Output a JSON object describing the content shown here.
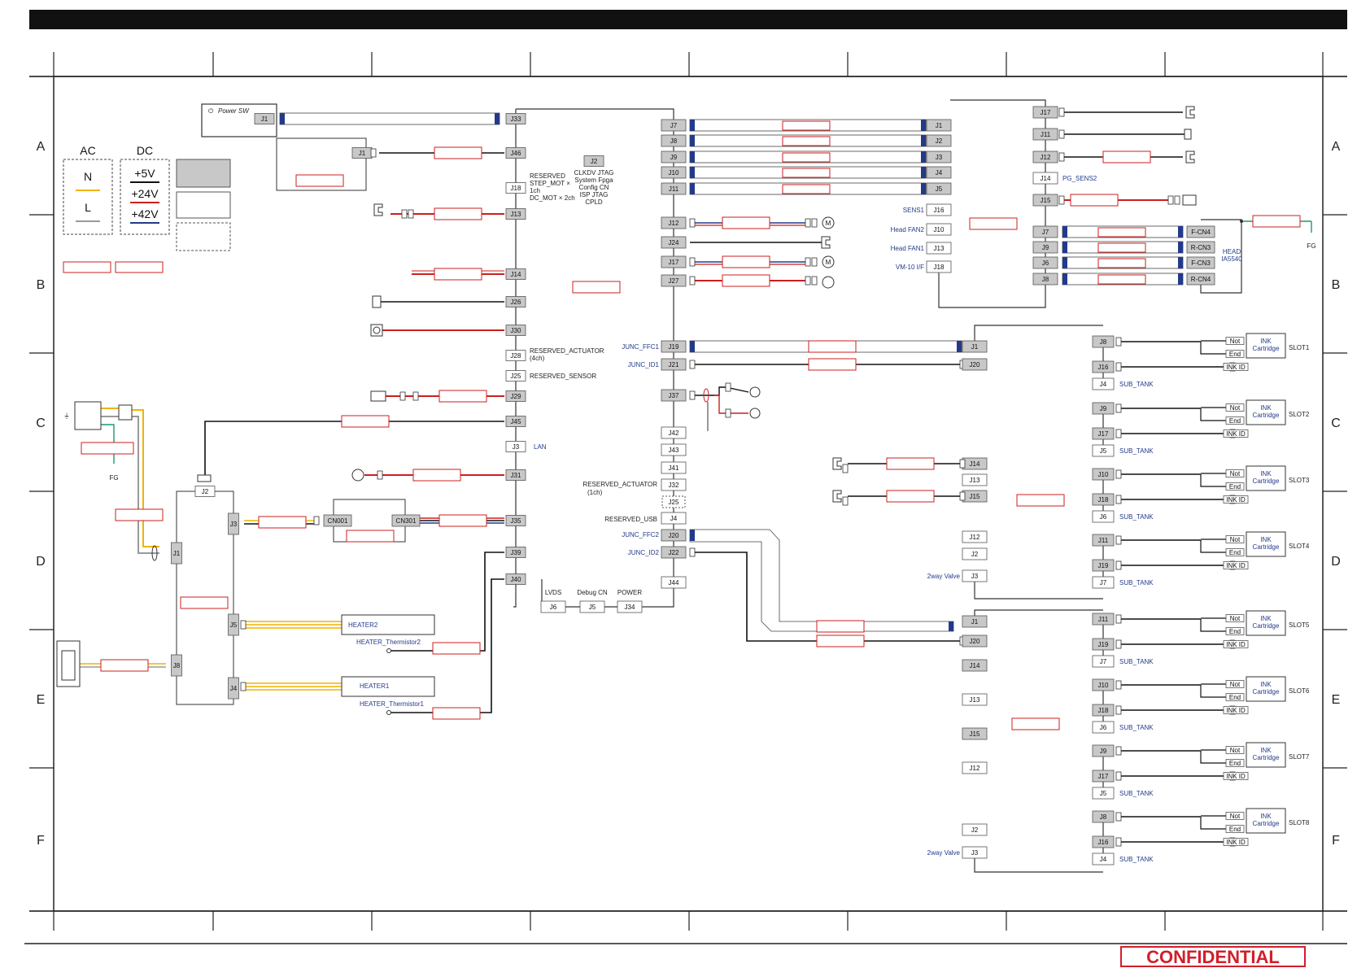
{
  "title_bar": "",
  "grid": {
    "rows": [
      "A",
      "B",
      "C",
      "D",
      "E",
      "F"
    ]
  },
  "legend": {
    "ac_label": "AC",
    "dc_label": "DC",
    "ac_items": [
      "N",
      "L"
    ],
    "dc_items": [
      "+5V",
      "+24V",
      "+42V"
    ],
    "colors": {
      "N": "#f0b400",
      "L": "#9a9a9a",
      "+5V": "#111111",
      "+24V": "#cc1f1f",
      "+42V": "#233a8a"
    }
  },
  "colors": {
    "black": "#111111",
    "red": "#cc1f1f",
    "blue": "#233a8a",
    "yellow": "#f0b400",
    "gray": "#9a9a9a",
    "green": "#1a9a6c",
    "connector": "#c8c8c8"
  },
  "power": {
    "switch_label": "Power SW",
    "j1": "J1"
  },
  "main_board": {
    "connectors_left": [
      "J33",
      "J46",
      "J18",
      "J13",
      "J14",
      "J26",
      "J30",
      "J28",
      "J25",
      "J29",
      "J45",
      "J3",
      "J31",
      "J35",
      "J39",
      "J40"
    ],
    "j2": "J2",
    "j2_text": [
      "CLKDV JTAG",
      "System Fpga",
      "Config CN",
      "ISP JTAG",
      "CPLD"
    ],
    "reserved_step": [
      "RESERVED",
      "STEP_MOT ×",
      "1ch",
      "DC_MOT × 2ch"
    ],
    "reserved_actuator": [
      "RESERVED_ACTUATOR",
      "(4ch)"
    ],
    "reserved_sensor": "RESERVED_SENSOR",
    "lan": "LAN",
    "bottom": [
      {
        "cn": "J6",
        "label": "LVDS"
      },
      {
        "cn": "J5",
        "label": "Debug CN"
      },
      {
        "cn": "J34",
        "label": "POWER"
      }
    ]
  },
  "center_column": {
    "connectors": [
      "J7",
      "J8",
      "J9",
      "J10",
      "J11",
      "J12",
      "J24",
      "J17",
      "J27",
      "J19",
      "J21",
      "J37",
      "J42",
      "J43",
      "J41",
      "J32",
      "J25",
      "J4",
      "J20",
      "J22",
      "J44"
    ],
    "labels": {
      "J19": "JUNC_FFC1",
      "J21": "JUNC_ID1",
      "J32": "RESERVED_ACTUATOR",
      "J32b": "(1ch)",
      "J4": "RESERVED_USB",
      "J20": "JUNC_FFC2",
      "J22": "JUNC_ID2"
    }
  },
  "head_relay": {
    "connectors": [
      "J1",
      "J2",
      "J3",
      "J4",
      "J5",
      "J16",
      "J10",
      "J13",
      "J18"
    ],
    "labels": [
      "SENS1",
      "Head FAN2",
      "Head FAN1",
      "VM-10 I/F"
    ]
  },
  "head_right": {
    "connectors": [
      "J17",
      "J11",
      "J12",
      "J14",
      "J15",
      "J7",
      "J9",
      "J6",
      "J8"
    ],
    "pg_sens": "PG_SENS2",
    "head_cn": [
      "F-CN4",
      "R-CN3",
      "F-CN3",
      "R-CN4"
    ],
    "head_label": "HEAD",
    "head_model": "IA5540",
    "fg": "FG"
  },
  "junction1": {
    "connectors": [
      "J1",
      "J20",
      "J14",
      "J13",
      "J15",
      "J12",
      "J2",
      "J3"
    ],
    "valve": "2way Valve"
  },
  "junction2": {
    "connectors": [
      "J1",
      "J20",
      "J14",
      "J13",
      "J15",
      "J12",
      "J2",
      "J3"
    ],
    "valve": "2way Valve"
  },
  "slots": [
    {
      "name": "SLOT1",
      "cn": "J8",
      "id": "J16",
      "sub": "J4"
    },
    {
      "name": "SLOT2",
      "cn": "J9",
      "id": "J17",
      "sub": "J5"
    },
    {
      "name": "SLOT3",
      "cn": "J10",
      "id": "J18",
      "sub": "J6"
    },
    {
      "name": "SLOT4",
      "cn": "J11",
      "id": "J19",
      "sub": "J7"
    },
    {
      "name": "SLOT5",
      "cn": "J11",
      "id": "J19",
      "sub": "J7"
    },
    {
      "name": "SLOT6",
      "cn": "J10",
      "id": "J18",
      "sub": "J6"
    },
    {
      "name": "SLOT7",
      "cn": "J9",
      "id": "J17",
      "sub": "J5"
    },
    {
      "name": "SLOT8",
      "cn": "J8",
      "id": "J16",
      "sub": "J4"
    }
  ],
  "slot_text": {
    "ink": "INK",
    "cartridge": "Cartridge",
    "ink_id": "INK ID",
    "sub_tank": "SUB_TANK",
    "not": "Not",
    "end": "End"
  },
  "psu": {
    "j1": "J1",
    "j2": "J2",
    "j3": "J3",
    "j4": "J4",
    "j5": "J5",
    "j8": "J8",
    "cn001": "CN001",
    "cn301": "CN301",
    "fg": "FG"
  },
  "heaters": {
    "heater2": "HEATER2",
    "heater1": "HEATER1",
    "therm2": "HEATER_Thermistor2",
    "therm1": "HEATER_Thermistor1"
  },
  "confidential": "CONFIDENTIAL"
}
